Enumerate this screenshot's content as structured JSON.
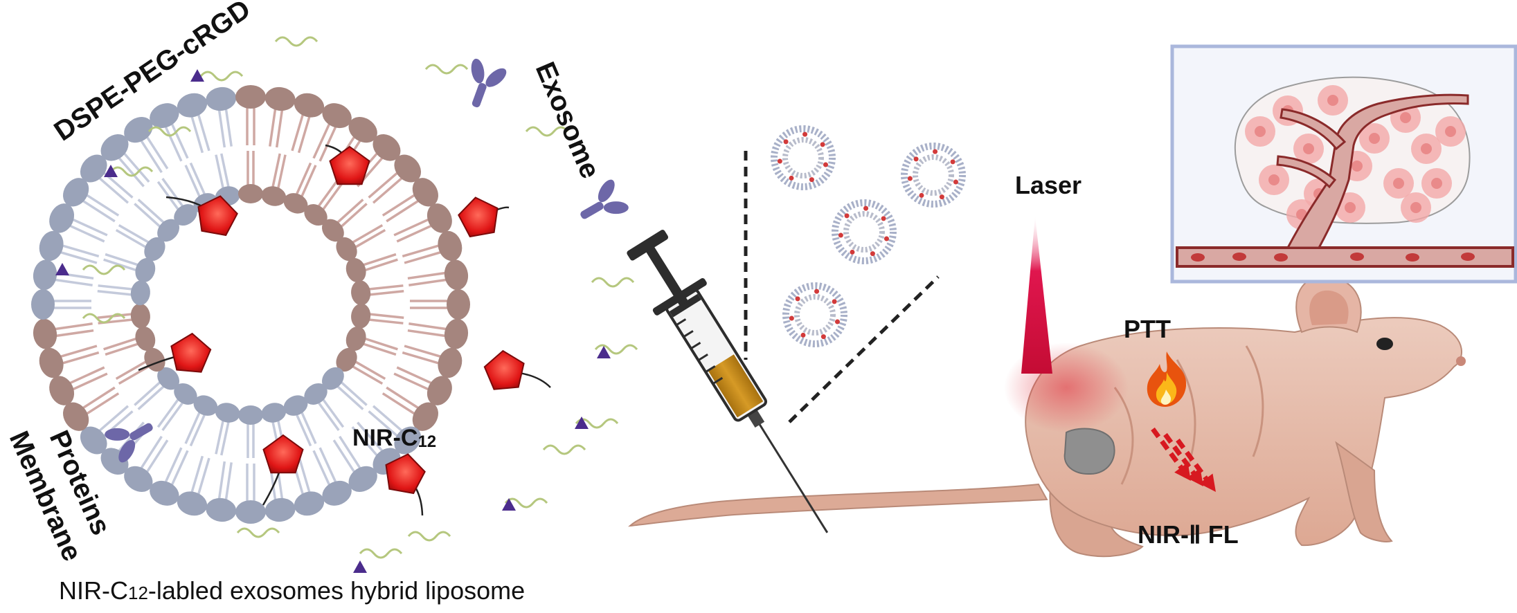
{
  "labels": {
    "dspe": "DSPE-PEG-cRGD",
    "exosome": "Exosome",
    "membrane_line1": "Membrane",
    "membrane_line2": "Proteins",
    "nir_main": "NIR-C",
    "nir_sub": "12",
    "laser": "Laser",
    "ptt": "PTT",
    "nir2fl": "NIR-Ⅱ FL",
    "caption_pre": "NIR-C",
    "caption_sub": "12",
    "caption_post": "-labled exosomes hybrid liposome"
  },
  "colors": {
    "outer_head_lipo": "#9aa3b9",
    "outer_head_exo": "#a5857e",
    "tail_lipo": "#c4cadb",
    "tail_exo": "#cfa8a3",
    "dye_red": "#e01616",
    "protein": "#6d67a8",
    "cRGD_triangle": "#4b2c8c",
    "peg_line": "#b5c77e",
    "mouse_skin": "#e9c2b2",
    "laser": "#d61040",
    "arrow_red": "#d71920",
    "tumor_gray": "#8f8f8f",
    "inset_border": "#aab7dc"
  },
  "icons": [
    "syringe-icon",
    "fire-icon",
    "laser-beam-icon",
    "mouse-illustration",
    "tumor-vessel-inset"
  ]
}
